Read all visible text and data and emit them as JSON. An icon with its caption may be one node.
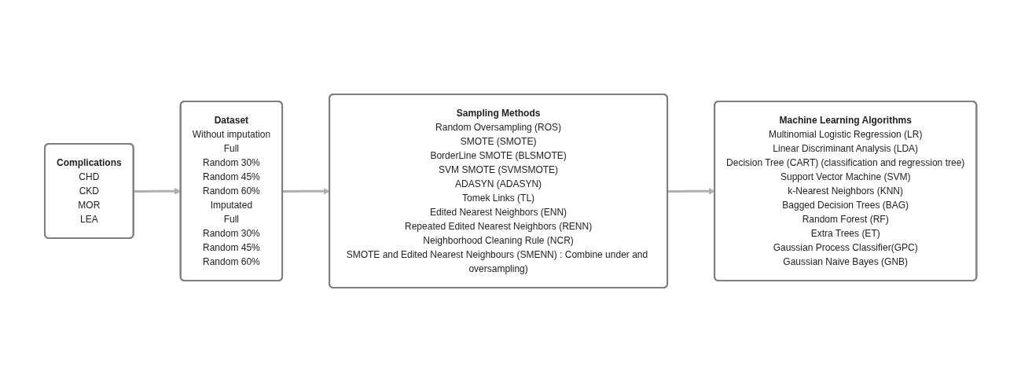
{
  "diagram": {
    "nodes": [
      {
        "text": [
          "Complications",
          "CHD",
          "CKD",
          "MOR",
          "LEA"
        ]
      },
      {
        "text": [
          "Dataset",
          "Without imputation",
          "Full",
          "Random 30%",
          "Random 45%",
          "Random 60%",
          "Imputated",
          "Full",
          "Random 30%",
          "Random 45%",
          "Random 60%"
        ]
      },
      {
        "text": [
          "Sampling Methods",
          "Random Oversampling (ROS)",
          "SMOTE (SMOTE)",
          "BorderLine SMOTE (BLSMOTE)",
          "SVM SMOTE (SVMSMOTE)",
          "ADASYN (ADASYN)",
          "Tomek Links (TL)",
          "Edited Nearest Neighbors (ENN)",
          "Repeated Edited Nearest Neighbors (RENN)",
          "Neighborhood Cleaning Rule (NCR)",
          "SMOTE and Edited Nearest Neighbours (SMENN) : Combine under and oversampling)"
        ]
      },
      {
        "text": [
          "Machine Learning Algorithms",
          "Multinomial Logistic Regression (LR)",
          "Linear Discriminant Analysis (LDA)",
          "Decision Tree (CART) (classification and regression tree)",
          "Support Vector Machine (SVM)",
          "k-Nearest Neighbors (KNN)",
          "Bagged Decision Trees (BAG)",
          "Random Forest (RF)",
          "Extra Trees (ET)",
          "Gaussian Process Classifier(GPC)",
          "Gaussian Naive Bayes (GNB)"
        ]
      }
    ],
    "edges": [
      {
        "from": 0,
        "to": 1,
        "arrow": "to"
      },
      {
        "from": 1,
        "to": 2,
        "arrow": "to"
      },
      {
        "from": 2,
        "to": 3,
        "arrow": "to"
      }
    ]
  }
}
